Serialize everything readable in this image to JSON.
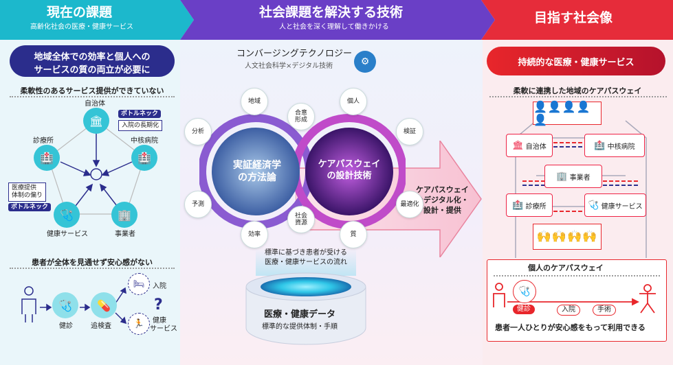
{
  "banners": {
    "left_title": "現在の課題",
    "left_sub": "高齢化社会の医療・健康サービス",
    "mid_title": "社会課題を解決する技術",
    "mid_sub": "人と社会を深く理解して働きかける",
    "right_title": "目指す社会像"
  },
  "left": {
    "pill": "地域全体での効率と個人への\nサービスの質の両立が必要に",
    "pill_l1": "地域全体での効率と個人への",
    "pill_l2": "サービスの質の両立が必要に",
    "section1": "柔軟性のあるサービス提供ができていない",
    "nodes": [
      "自治体",
      "中核病院",
      "診療所",
      "健康サービス",
      "事業者"
    ],
    "bottleneck1_tag": "ボトルネック",
    "bottleneck1_text": "入院の長期化",
    "bottleneck2_text_l1": "医療提供",
    "bottleneck2_text_l2": "体制の偏り",
    "bottleneck2_tag": "ボトルネック",
    "section2": "患者が全体を見通せず安心感がない",
    "flow": [
      "健診",
      "追検査",
      "入院",
      "健康",
      "サービス"
    ],
    "question": "?"
  },
  "middle": {
    "convergence_title": "コンバージングテクノロジー",
    "convergence_sub": "人文社会科学×デジタル技術",
    "ring_left_l1": "実証経済学",
    "ring_left_l2": "の方法論",
    "ring_right_l1": "ケアパスウェイ",
    "ring_right_l2": "の設計技術",
    "nodes_left": [
      "地域",
      "分析",
      "予測",
      "効率"
    ],
    "center_top_l1": "合意",
    "center_top_l2": "形成",
    "center_bottom_l1": "社会",
    "center_bottom_l2": "資源",
    "nodes_right": [
      "個人",
      "検証",
      "最適化",
      "質"
    ],
    "arrow_l1": "ケアパスウェイ",
    "arrow_l2": "をデジタル化・",
    "arrow_l3": "設計・提供",
    "flow_l1": "標準に基づき患者が受ける",
    "flow_l2": "医療・健康サービスの流れ",
    "db_title": "医療・健康データ",
    "db_sub": "標準的な提供体制・手順"
  },
  "right": {
    "pill": "持続的な医療・健康サービス",
    "section1": "柔軟に連携した地域のケアパスウェイ",
    "nodes": [
      "自治体",
      "中核病院",
      "事業者",
      "診療所",
      "健康サービス"
    ],
    "section2": "個人のケアパスウェイ",
    "steps": [
      "健診",
      "入院",
      "手術"
    ],
    "footer": "患者一人ひとりが安心感をもって利用できる"
  },
  "colors": {
    "teal": "#1cb6c9",
    "navy": "#2b2d8c",
    "red": "#e8262b",
    "purple": "#7b3fbf"
  }
}
